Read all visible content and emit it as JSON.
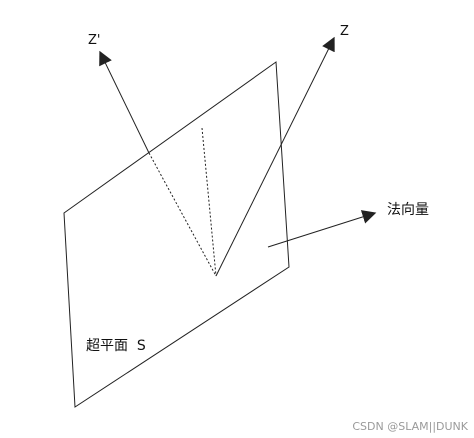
{
  "diagram": {
    "labels": {
      "z_prime": "Z'",
      "z": "Z",
      "normal_vector": "法向量",
      "hyperplane": "超平面  S"
    },
    "watermark": "CSDN @SLAM||DUNK",
    "colors": {
      "line": "#222222",
      "text": "#111111",
      "watermark": "#9a9a9a",
      "background": "#ffffff"
    }
  }
}
